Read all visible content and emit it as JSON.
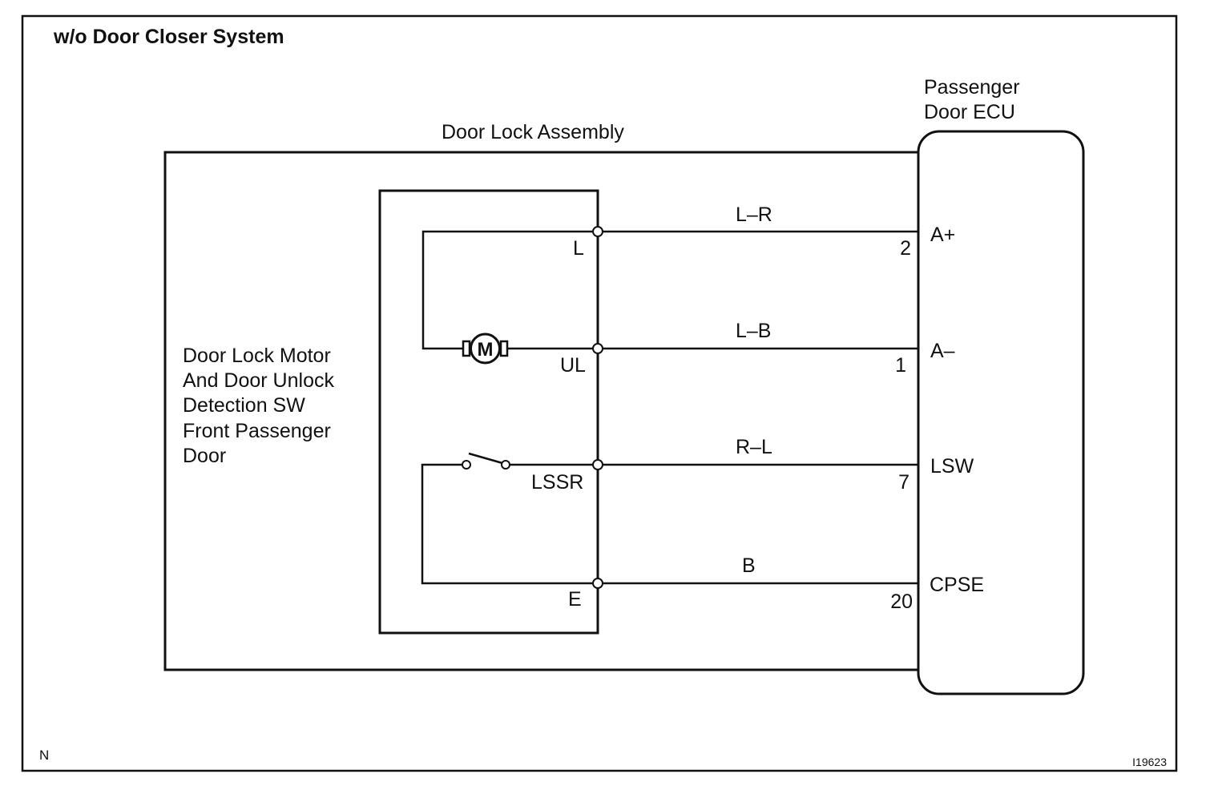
{
  "title": "w/o Door Closer System",
  "door_lock_assembly": {
    "label": "Door Lock Assembly",
    "description": [
      "Door Lock Motor",
      "And Door Unlock",
      "Detection SW",
      "Front Passenger",
      "Door"
    ]
  },
  "ecu": {
    "label": [
      "Passenger",
      "Door ECU"
    ],
    "pins": [
      {
        "name": "A+",
        "number": "2",
        "wire_color": "L–R",
        "terminal": "L"
      },
      {
        "name": "A–",
        "number": "1",
        "wire_color": "L–B",
        "terminal": "UL"
      },
      {
        "name": "LSW",
        "number": "7",
        "wire_color": "R–L",
        "terminal": "LSSR"
      },
      {
        "name": "CPSE",
        "number": "20",
        "wire_color": "B",
        "terminal": "E"
      }
    ]
  },
  "motor_symbol": "M",
  "corner_mark": "N",
  "figure_id": "I19623",
  "icons": {
    "motor": "motor-icon",
    "switch": "switch-icon",
    "terminal": "terminal-dot-icon"
  },
  "colors": {
    "line": "#111111",
    "background": "#ffffff"
  }
}
